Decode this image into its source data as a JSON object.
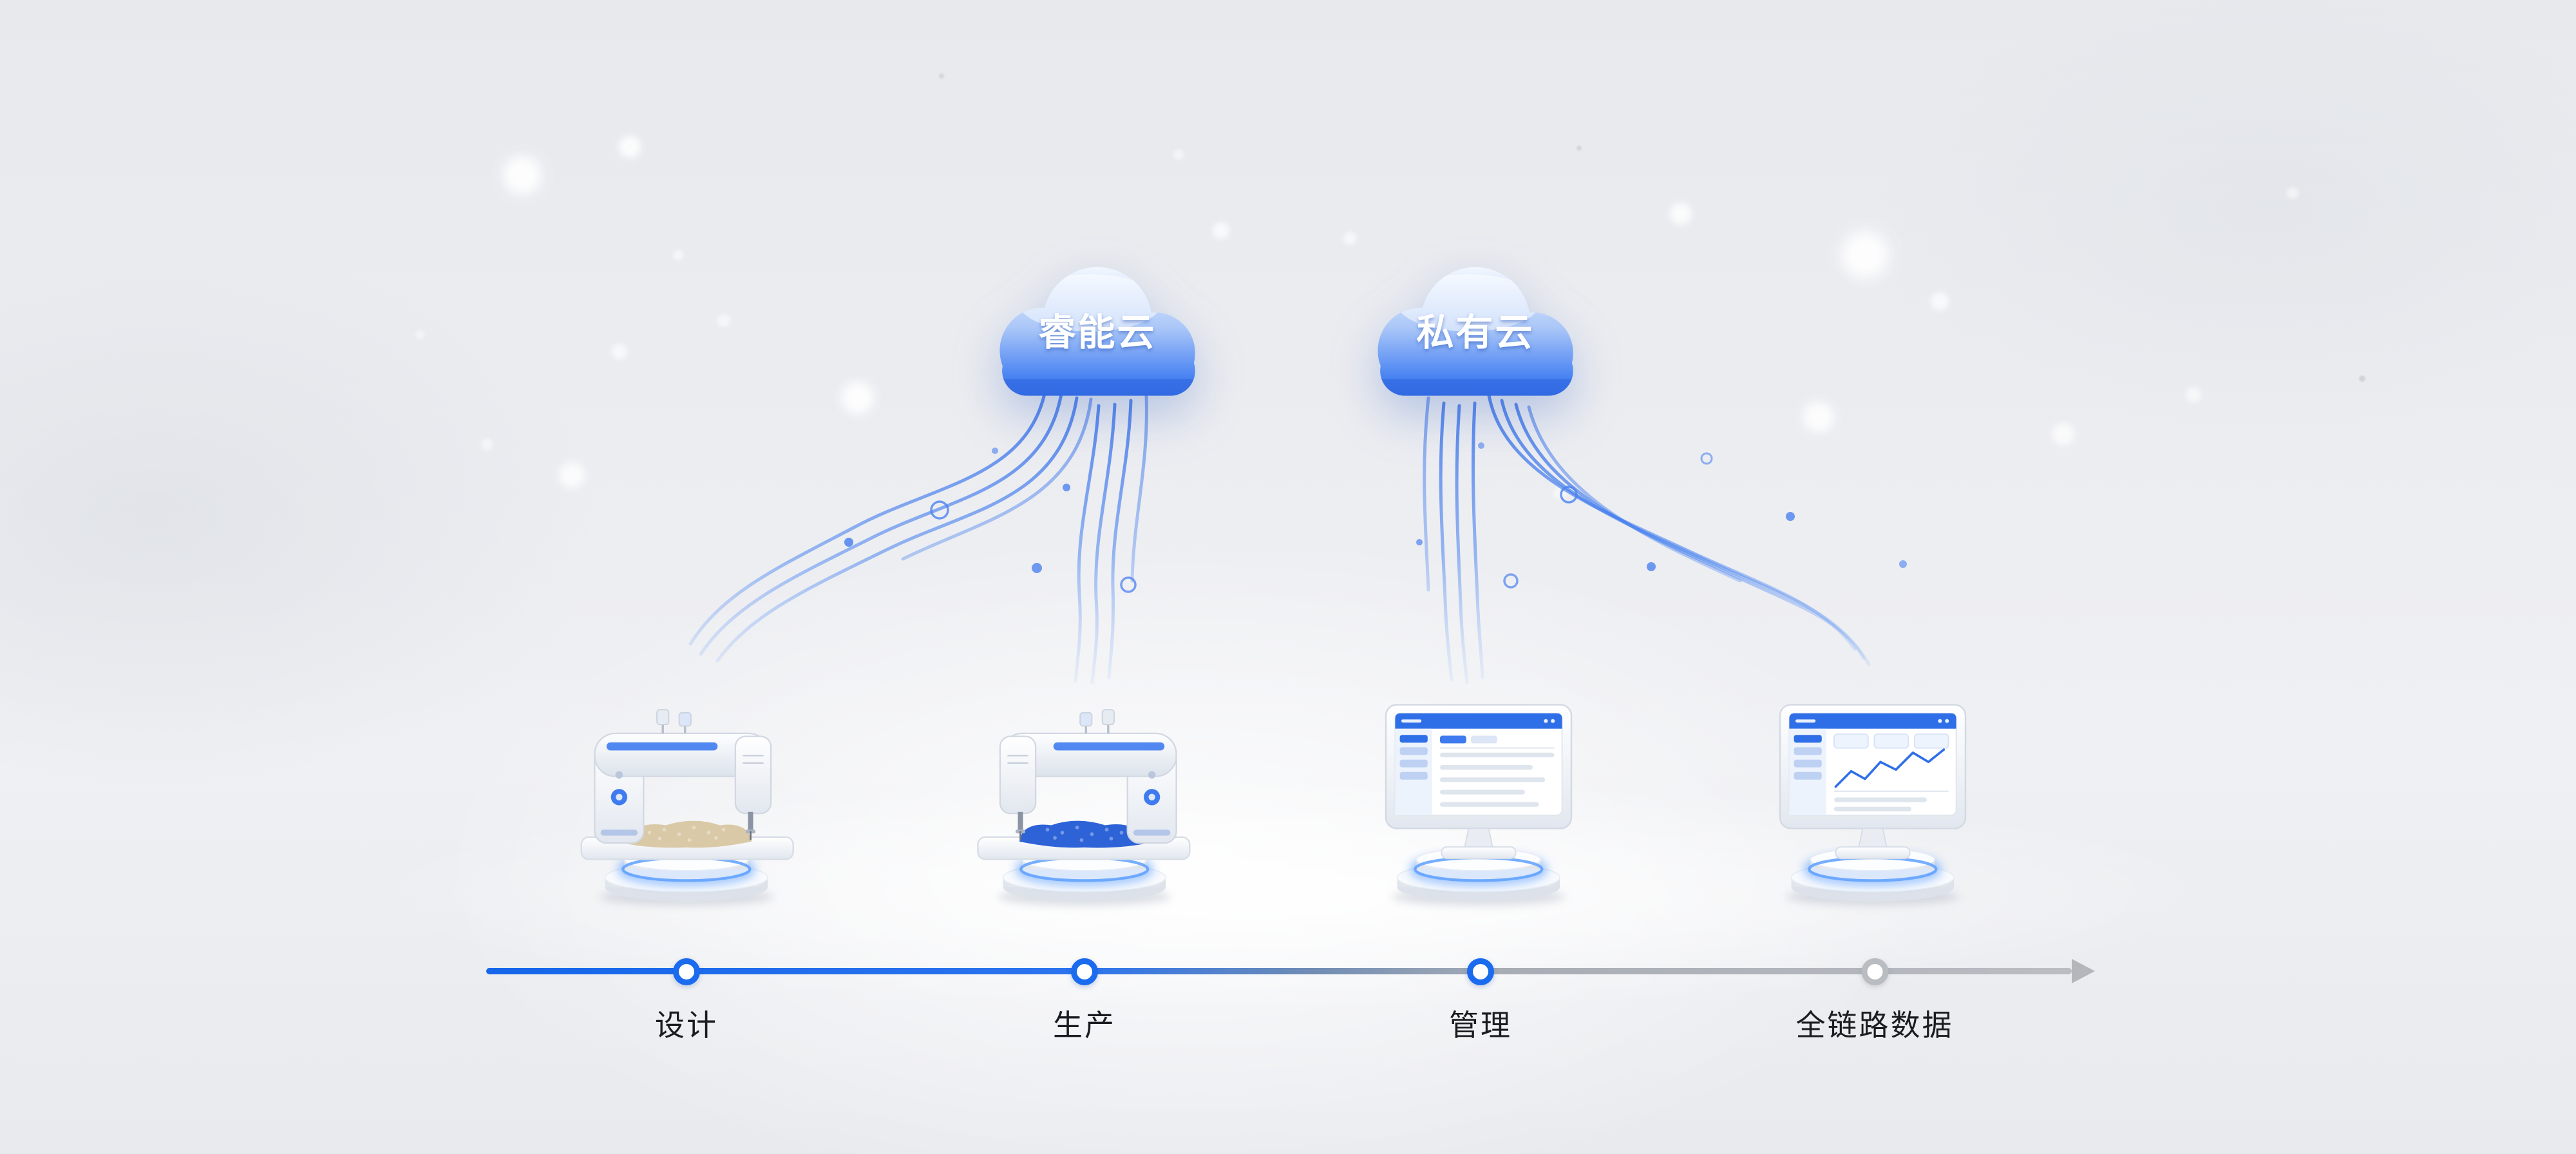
{
  "clouds": [
    {
      "label": "睿能云"
    },
    {
      "label": "私有云"
    }
  ],
  "timeline": {
    "steps": [
      {
        "label": "设计",
        "state": "active"
      },
      {
        "label": "生产",
        "state": "active"
      },
      {
        "label": "管理",
        "state": "active"
      },
      {
        "label": "全链路数据",
        "state": "inactive"
      }
    ]
  },
  "colors": {
    "accent_blue": "#1b6bee",
    "cloud_top": "#f0f6ff",
    "cloud_bottom": "#2f6ae6",
    "inactive_gray": "#b9bcc1",
    "label_text": "#1a1c21",
    "cloud_text": "#ffffff",
    "pedestal_glow": "#2f83ff"
  }
}
